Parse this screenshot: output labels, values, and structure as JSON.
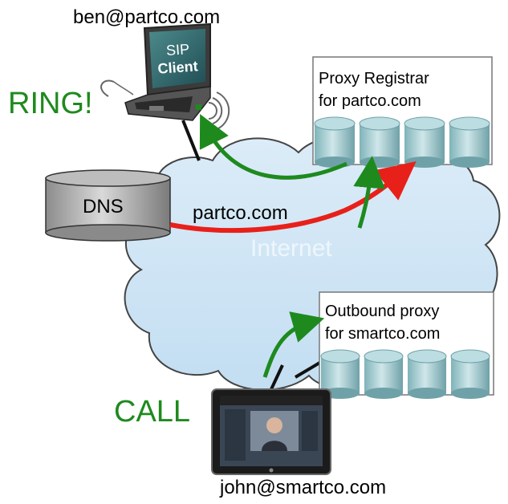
{
  "users": {
    "callee": "ben@partco.com",
    "caller": "john@smartco.com"
  },
  "labels": {
    "ring": "RING!",
    "call": "CALL",
    "dns": "DNS",
    "domain": "partco.com",
    "internet": "Internet",
    "sip_line1": "SIP",
    "sip_line2": "Client"
  },
  "proxy_registrar": {
    "line1": "Proxy Registrar",
    "line2": "for partco.com"
  },
  "outbound_proxy": {
    "line1": "Outbound proxy",
    "line2": "for smartco.com"
  },
  "colors": {
    "green_arrow": "#1e8a1e",
    "red_arrow": "#e8201a",
    "cloud_fill": "#d5e8f6",
    "server_fill": "#a9d2d6"
  }
}
